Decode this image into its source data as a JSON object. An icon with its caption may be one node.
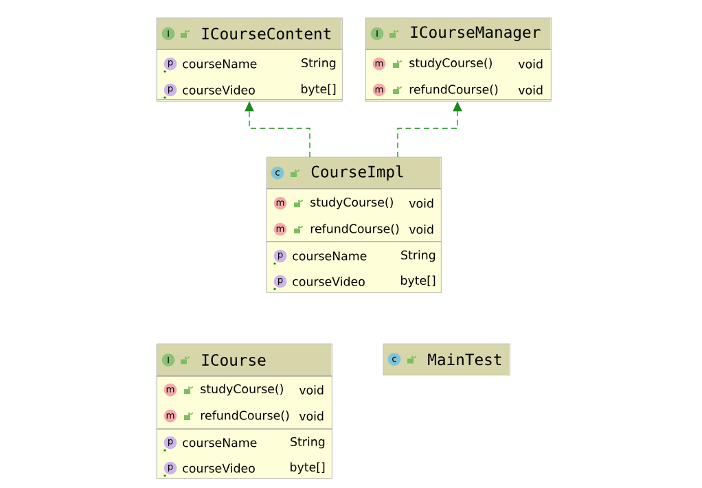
{
  "diagram": {
    "nodes": [
      {
        "text": [
          "I",
          "ICourseContent",
          "p",
          "courseName",
          "String",
          "p",
          "courseVideo",
          "byte[]"
        ]
      },
      {
        "text": [
          "I",
          "ICourseManager",
          "m",
          "studyCourse()",
          "void",
          "m",
          "refundCourse()",
          "void"
        ]
      },
      {
        "text": [
          "c",
          "CourseImpl",
          "m",
          "studyCourse()",
          "void",
          "m",
          "refundCourse()",
          "void",
          "p",
          "courseName",
          "String",
          "p",
          "courseVideo",
          "byte[]"
        ]
      },
      {
        "text": [
          "I",
          "ICourse",
          "m",
          "studyCourse()",
          "void",
          "m",
          "refundCourse()",
          "void",
          "p",
          "courseName",
          "String",
          "p",
          "courseVideo",
          "byte[]"
        ]
      },
      {
        "text": [
          "c",
          "MainTest"
        ]
      }
    ],
    "edges": [
      {
        "from": 2,
        "to": 0,
        "arrow": "to",
        "style": "dashed",
        "color": "#1a8a1a"
      },
      {
        "from": 2,
        "to": 1,
        "arrow": "to",
        "style": "dashed",
        "color": "#1a8a1a"
      }
    ]
  }
}
